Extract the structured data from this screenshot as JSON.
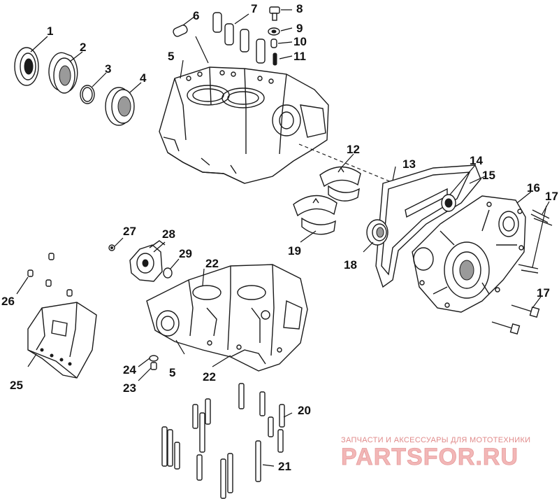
{
  "diagram": {
    "callouts": [
      "1",
      "2",
      "3",
      "4",
      "5",
      "6",
      "7",
      "8",
      "9",
      "10",
      "11",
      "12",
      "13",
      "14",
      "15",
      "16",
      "17",
      "18",
      "19",
      "20",
      "21",
      "22",
      "23",
      "24",
      "25",
      "26",
      "27",
      "28",
      "29"
    ],
    "repeat": {
      "five_lower": "5",
      "twentytwo_lower": "22",
      "seventeen_lower": "17"
    }
  },
  "watermark": {
    "caption": "ЗАПЧАСТИ И АКСЕССУАРЫ ДЛЯ МОТОТЕХНИКИ",
    "logo_text": "PARTSFOR.RU"
  }
}
